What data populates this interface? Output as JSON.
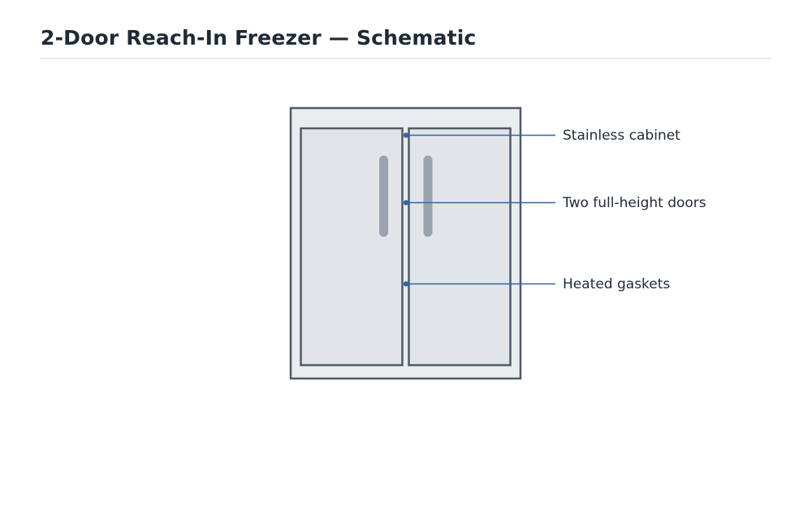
{
  "header": {
    "title": "2-Door Reach-In Freezer — Schematic"
  },
  "diagram": {
    "callouts": [
      {
        "label": "Stainless cabinet"
      },
      {
        "label": "Two full-height doors"
      },
      {
        "label": "Heated gaskets"
      }
    ],
    "colors": {
      "cabinet_fill": "#eaedf0",
      "door_fill": "#e1e5ea",
      "outline": "#4f5b68",
      "handle": "#9aa3ae",
      "callout_line": "#2f67a8",
      "text": "#1f2a36"
    }
  }
}
